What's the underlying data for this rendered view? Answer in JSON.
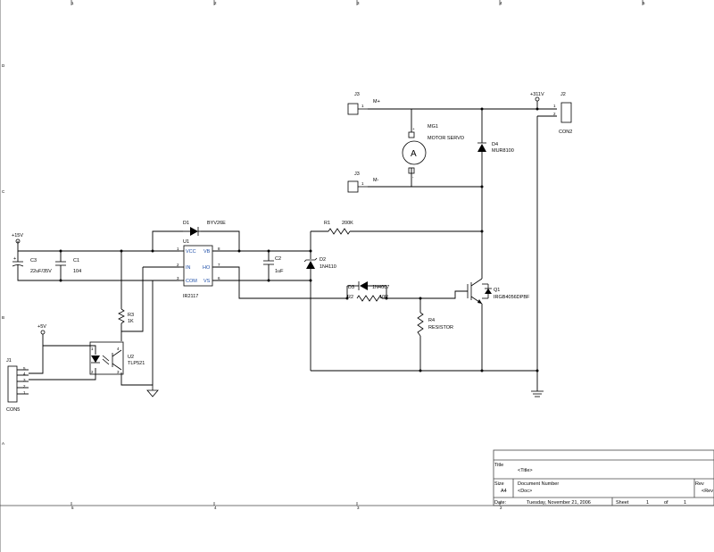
{
  "border": {
    "top_cols": [
      "1",
      "2",
      "3",
      "4",
      "5"
    ],
    "bottom_cols": [
      "5",
      "4",
      "3",
      "2",
      "1"
    ],
    "left_rows": [
      "D",
      "C",
      "B",
      "A"
    ]
  },
  "power": {
    "v15": "+15V",
    "v311": "+311V",
    "v5": "+5V"
  },
  "components": {
    "j3a": {
      "ref": "J3",
      "pin": "1",
      "net": "M+"
    },
    "j3b": {
      "ref": "J3",
      "pin": "1",
      "net": "M-"
    },
    "j2": {
      "ref": "J2",
      "value": "CON2",
      "pin1": "1",
      "pin2": "2"
    },
    "mg1": {
      "ref": "MG1",
      "value": "MOTOR SERVO",
      "symbol": "A",
      "pin_plus": "+",
      "pin_minus": "-"
    },
    "d4": {
      "ref": "D4",
      "value": "MUR8100"
    },
    "d1": {
      "ref": "D1",
      "value": "BYV26E"
    },
    "r1": {
      "ref": "R1",
      "value": "200K"
    },
    "d2": {
      "ref": "D2",
      "value": "1N4110"
    },
    "c3": {
      "ref": "C3",
      "value": "22uF/35V",
      "pol": "+"
    },
    "c1": {
      "ref": "C1",
      "value": "104"
    },
    "c2": {
      "ref": "C2",
      "value": "1uF"
    },
    "u1": {
      "ref": "U1",
      "value": "IR2117",
      "pins": {
        "vcc": "VCC",
        "vb": "VB",
        "in": "IN",
        "ho": "HO",
        "com": "COM",
        "vs": "VS"
      },
      "pin_numbers": {
        "p1": "1",
        "p2": "2",
        "p3": "3",
        "p6": "6",
        "p7": "7",
        "p8": "8"
      }
    },
    "d3": {
      "ref": "D3",
      "value": "1N4007"
    },
    "r2": {
      "ref": "R2",
      "value": "10R"
    },
    "r4": {
      "ref": "R4",
      "value": "RESISTOR"
    },
    "q1": {
      "ref": "Q1",
      "value": "IRGB4056DPBF"
    },
    "r3": {
      "ref": "R3",
      "value": "1K"
    },
    "u2": {
      "ref": "U2",
      "value": "TLP521",
      "pin1": "1",
      "pin2": "2",
      "pin3": "3",
      "pin4": "4"
    },
    "j1": {
      "ref": "J1",
      "value": "CON5",
      "pins": [
        "5",
        "4",
        "3",
        "2",
        "1"
      ]
    }
  },
  "title_block": {
    "title_label": "Title",
    "title_value": "<Title>",
    "size_label": "Size",
    "size_value": "A4",
    "docnum_label": "Document Number",
    "docnum_value": "<Doc>",
    "rev_label": "Rev",
    "rev_value": "<Rev",
    "date_label": "Date:",
    "date_value": "Tuesday, November 21, 2006",
    "sheet_label": "Sheet",
    "sheet_value": "1",
    "of_label": "of",
    "of_value": "1"
  }
}
